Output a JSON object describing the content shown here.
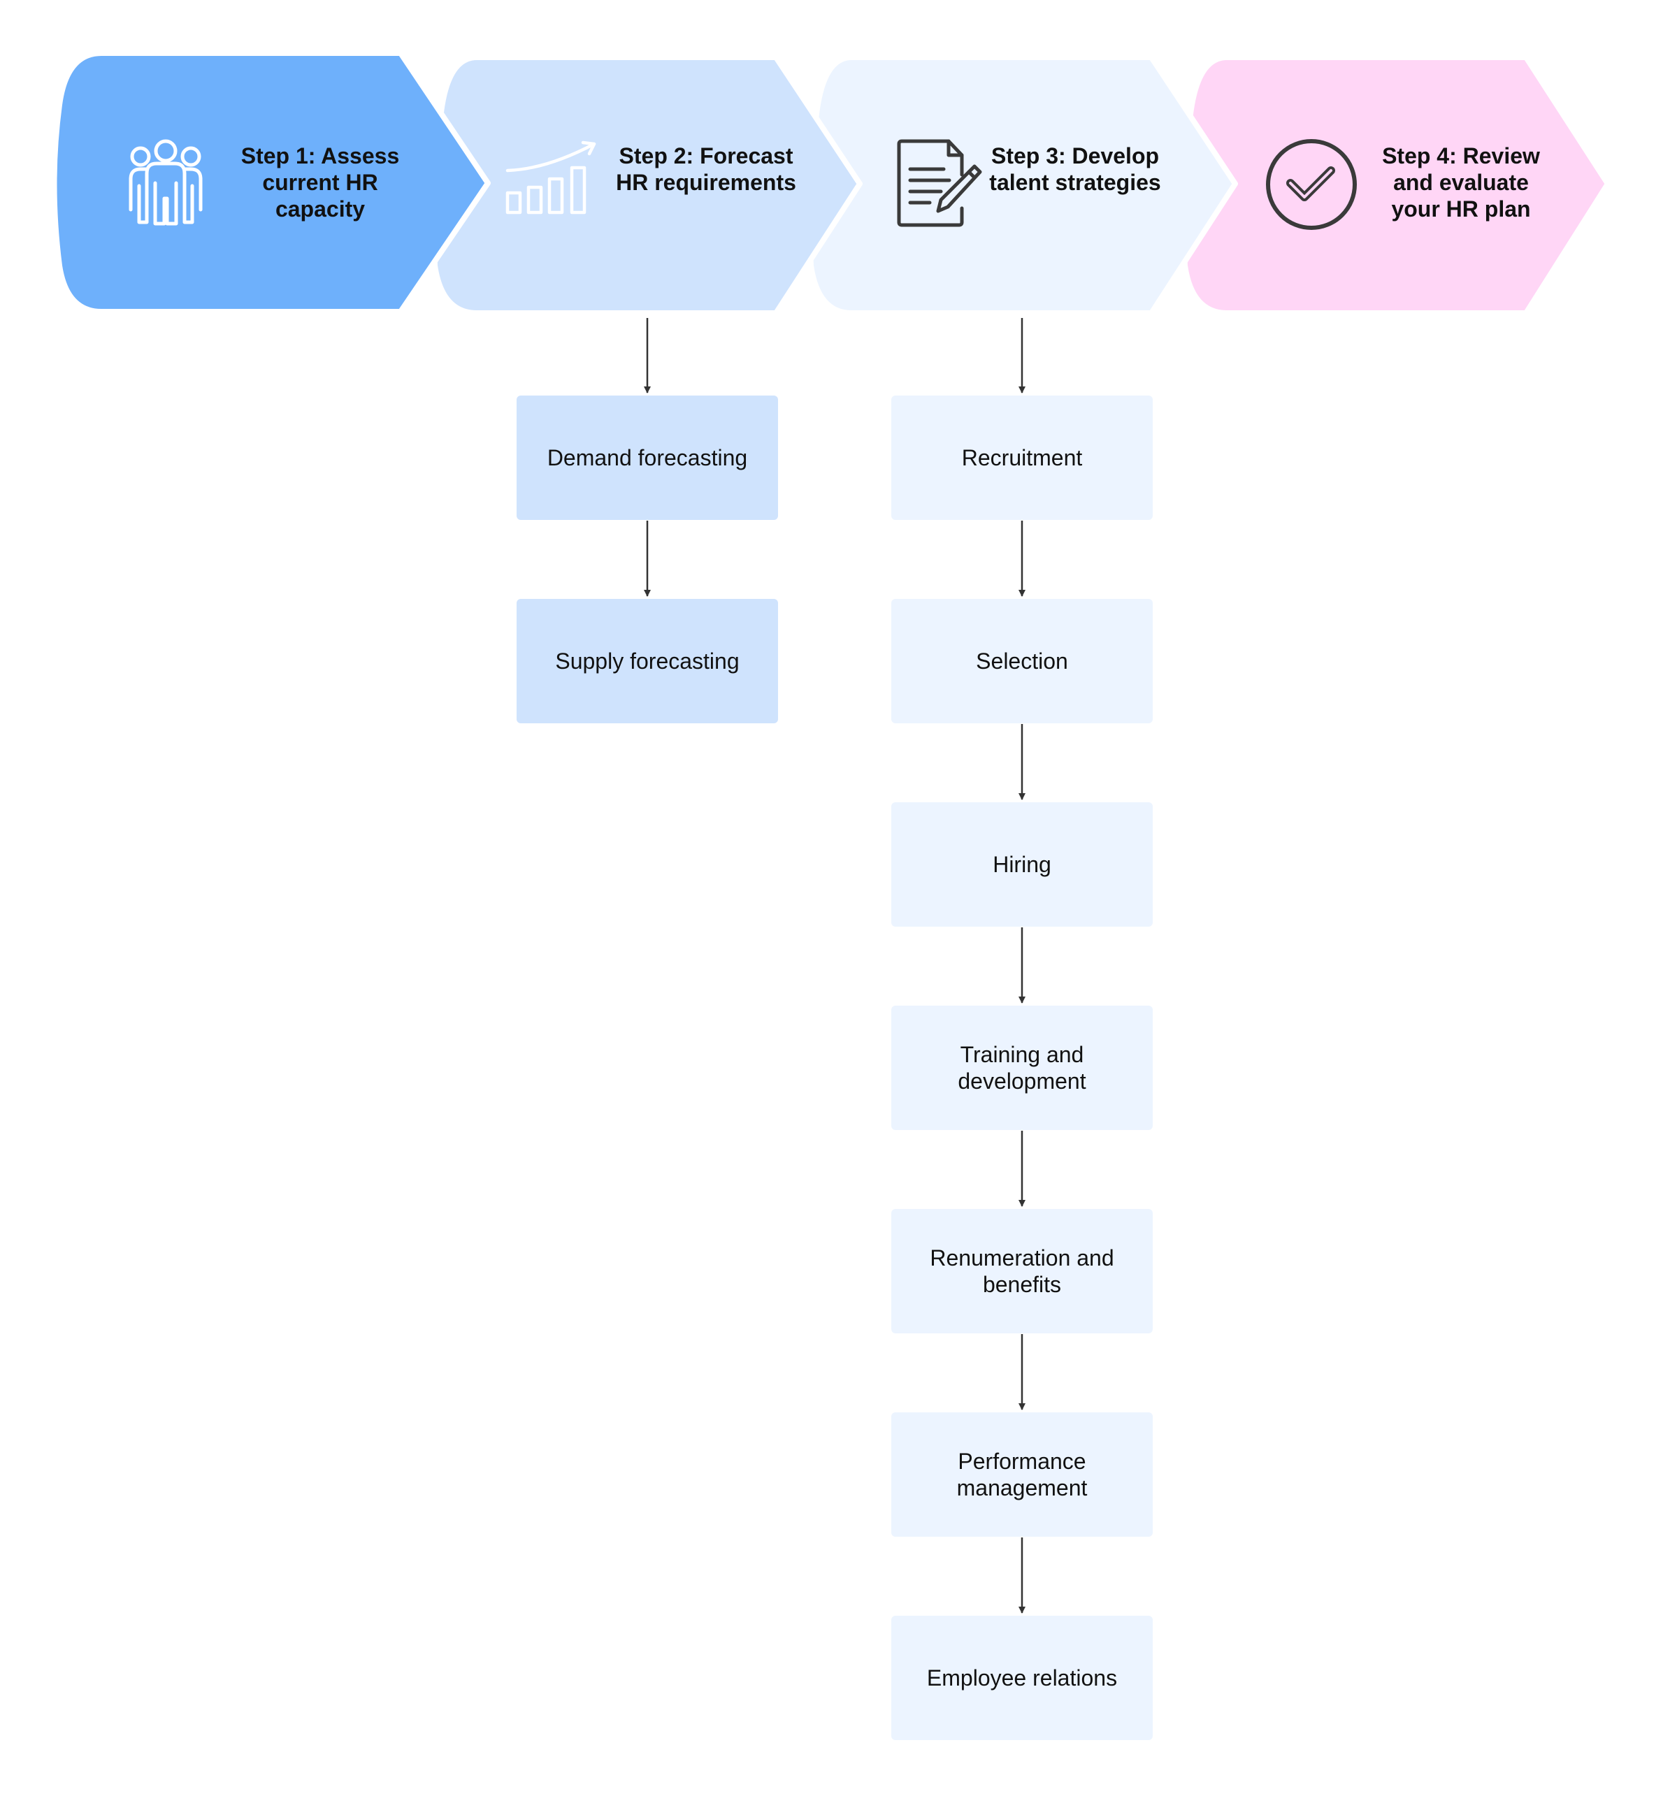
{
  "steps": [
    {
      "label": "Step 1: Assess current HR capacity",
      "icon": "people-icon",
      "color": "#6eb0fb"
    },
    {
      "label": "Step 2: Forecast HR requirements",
      "icon": "growth-chart-icon",
      "color": "#cfe3fd"
    },
    {
      "label": "Step 3: Develop talent strategies",
      "icon": "document-edit-icon",
      "color": "#ecf4ff"
    },
    {
      "label": "Step 4: Review and evaluate your HR plan",
      "icon": "check-circle-icon",
      "color": "#ffd6f6"
    }
  ],
  "forecast_items": [
    "Demand forecasting",
    "Supply forecasting"
  ],
  "strategy_items": [
    "Recruitment",
    "Selection",
    "Hiring",
    "Training and development",
    "Renumeration and benefits",
    "Performance management",
    "Employee relations"
  ],
  "colors": {
    "arrow": "#333333",
    "text": "#111111",
    "icon_dark": "#3a3a3a",
    "icon_light": "#ffffff"
  }
}
